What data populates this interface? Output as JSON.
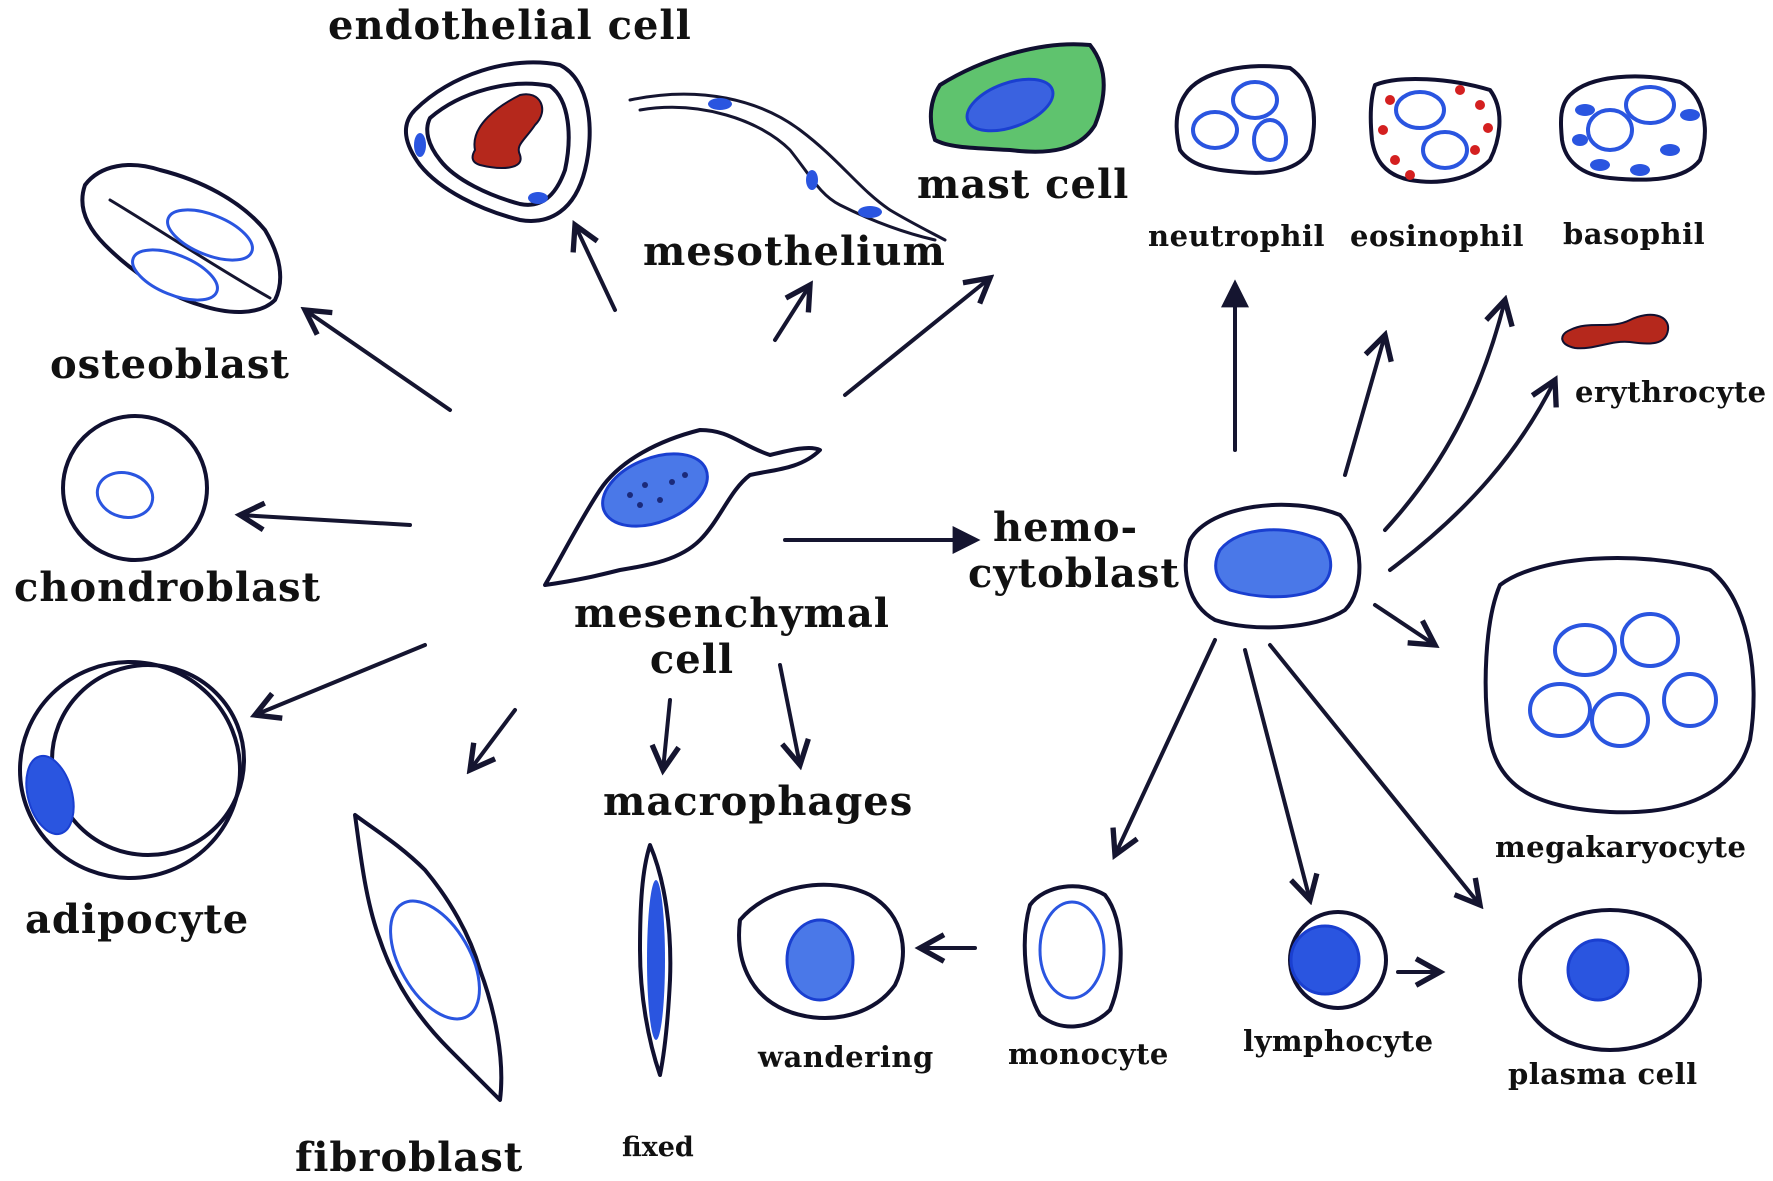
{
  "labels": {
    "endothelial": "endothelial cell",
    "mesothelium": "mesothelium",
    "mast": "mast cell",
    "osteoblast": "osteoblast",
    "chondroblast": "chondroblast",
    "adipocyte": "adipocyte",
    "fibroblast": "fibroblast",
    "mesenchymal_line1": "mesenchymal",
    "mesenchymal_line2": "cell",
    "macrophages": "macrophages",
    "fixed": "fixed",
    "wandering": "wandering",
    "hemo_line1": "hemo-",
    "hemo_line2": "cytoblast",
    "neutrophil": "neutrophil",
    "eosinophil": "eosinophil",
    "basophil": "basophil",
    "erythrocyte": "erythrocyte",
    "megakaryocyte": "megakaryocyte",
    "monocyte": "monocyte",
    "lymphocyte": "lymphocyte",
    "plasma": "plasma cell"
  },
  "colors": {
    "outline": "#101030",
    "nucleus_blue": "#2a55e0",
    "erythrocyte_red": "#b5281c",
    "mast_granules_green": "#2fa84a",
    "eosinophil_granules_red": "#d42020"
  }
}
